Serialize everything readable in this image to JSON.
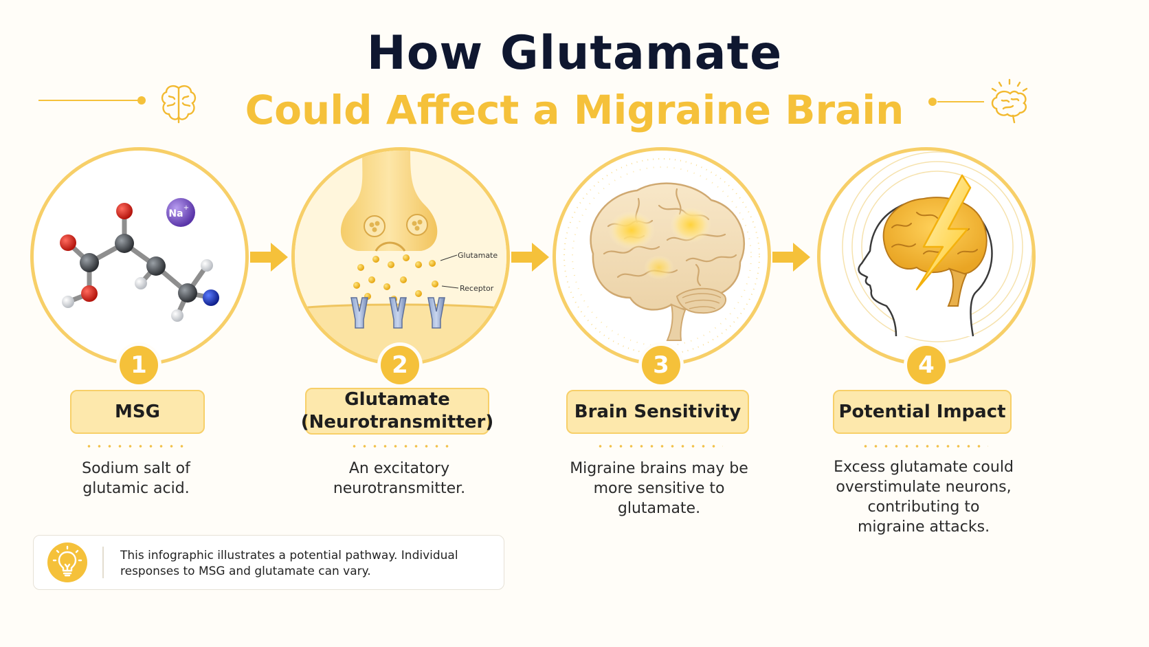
{
  "title": {
    "line1": "How Glutamate",
    "line2": "Could Affect a Migraine Brain"
  },
  "colors": {
    "accent": "#f5c13a",
    "accent_soft": "#fbe7a9",
    "box_fill": "#fde8ac",
    "title_dark": "#0f1730",
    "brain": "#f0d9b4"
  },
  "icons": {
    "title_left": "brain-icon",
    "title_right": "brain-glow-icon",
    "note": "lightbulb-icon"
  },
  "steps": [
    {
      "number": "1",
      "title": "MSG",
      "description_lines": [
        "Sodium salt of",
        "glutamic acid."
      ]
    },
    {
      "number": "2",
      "title_lines": [
        "Glutamate",
        "(Neurotransmitter)"
      ],
      "description_lines": [
        "An excitatory",
        "neurotransmitter."
      ]
    },
    {
      "number": "3",
      "title": "Brain Sensitivity",
      "description_lines": [
        "Migraine brains may be",
        "more sensitive to glutamate."
      ]
    },
    {
      "number": "4",
      "title": "Potential Impact",
      "description_lines": [
        "Excess glutamate could",
        "overstimulate neurons,",
        "contributing to",
        "migraine attacks."
      ]
    }
  ],
  "illustrations": {
    "molecule_ion": "Na",
    "molecule_ion_charge": "+",
    "synapse_label_glutamate": "Glutamate",
    "synapse_label_receptor": "Receptor"
  },
  "note": {
    "line1": "This infographic illustrates a potential pathway. Individual",
    "line2": "responses to MSG and glutamate can vary."
  }
}
